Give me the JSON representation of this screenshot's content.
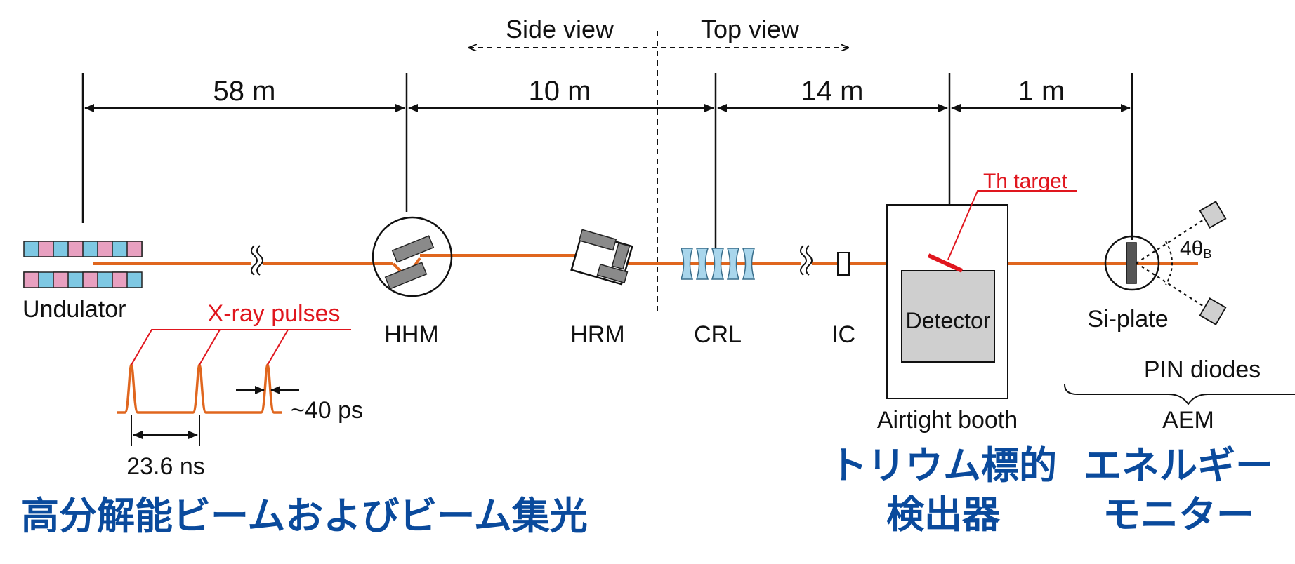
{
  "view_labels": {
    "side": "Side view",
    "top": "Top view"
  },
  "distances": {
    "d1": "58 m",
    "d2": "10 m",
    "d3": "14 m",
    "d4": "1 m"
  },
  "components": {
    "undulator": "Undulator",
    "hhm": "HHM",
    "hrm": "HRM",
    "crl": "CRL",
    "ic": "IC",
    "detector": "Detector",
    "booth": "Airtight booth",
    "th_target": "Th target",
    "si_plate": "Si-plate",
    "angle": "4θ",
    "angle_sub": "B",
    "pin_diodes": "PIN diodes",
    "aem": "AEM"
  },
  "pulses": {
    "title": "X-ray pulses",
    "spacing": "23.6 ns",
    "width": "~40 ps"
  },
  "captions": {
    "beam": "高分解能ビームおよびビーム集光",
    "detector_l1": "トリウム標的",
    "detector_l2": "検出器",
    "monitor_l1": "エネルギー",
    "monitor_l2": "モニター"
  },
  "colors": {
    "beam": "#e0661e",
    "label_red": "#e0161e",
    "caption_blue": "#0a4a9c",
    "undulator_blue": "#7ec8e3",
    "undulator_pink": "#e8a0c0",
    "component_gray": "#8a8a8a",
    "lens_blue": "#a9d6ec"
  }
}
